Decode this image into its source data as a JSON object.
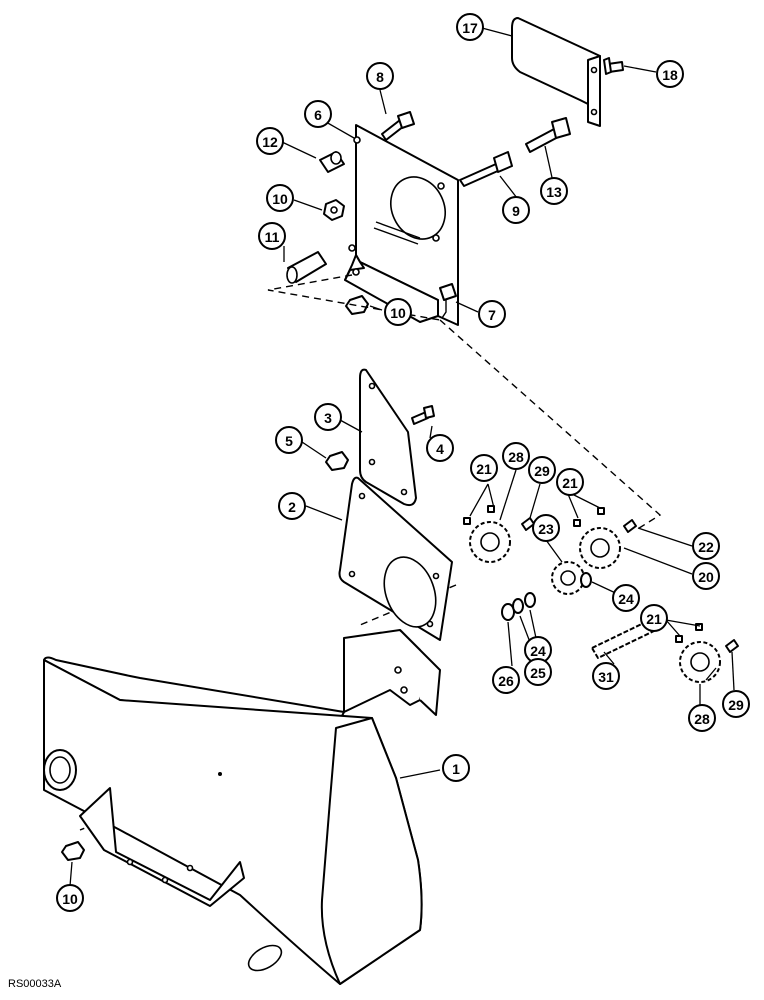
{
  "reference_code": "RS00033A",
  "callouts": [
    {
      "id": "c17",
      "label": "17"
    },
    {
      "id": "c18",
      "label": "18"
    },
    {
      "id": "c8",
      "label": "8"
    },
    {
      "id": "c6",
      "label": "6"
    },
    {
      "id": "c12",
      "label": "12"
    },
    {
      "id": "c13",
      "label": "13"
    },
    {
      "id": "c10a",
      "label": "10"
    },
    {
      "id": "c9",
      "label": "9"
    },
    {
      "id": "c11",
      "label": "11"
    },
    {
      "id": "c10b",
      "label": "10"
    },
    {
      "id": "c7",
      "label": "7"
    },
    {
      "id": "c3",
      "label": "3"
    },
    {
      "id": "c4",
      "label": "4"
    },
    {
      "id": "c5",
      "label": "5"
    },
    {
      "id": "c2",
      "label": "2"
    },
    {
      "id": "c21a",
      "label": "21"
    },
    {
      "id": "c28a",
      "label": "28"
    },
    {
      "id": "c29a",
      "label": "29"
    },
    {
      "id": "c21b",
      "label": "21"
    },
    {
      "id": "c23",
      "label": "23"
    },
    {
      "id": "c22",
      "label": "22"
    },
    {
      "id": "c20",
      "label": "20"
    },
    {
      "id": "c24a",
      "label": "24"
    },
    {
      "id": "c24b",
      "label": "24"
    },
    {
      "id": "c21c",
      "label": "21"
    },
    {
      "id": "c26",
      "label": "26"
    },
    {
      "id": "c25",
      "label": "25"
    },
    {
      "id": "c31",
      "label": "31"
    },
    {
      "id": "c28b",
      "label": "28"
    },
    {
      "id": "c29b",
      "label": "29"
    },
    {
      "id": "c1",
      "label": "1"
    },
    {
      "id": "c10c",
      "label": "10"
    }
  ]
}
